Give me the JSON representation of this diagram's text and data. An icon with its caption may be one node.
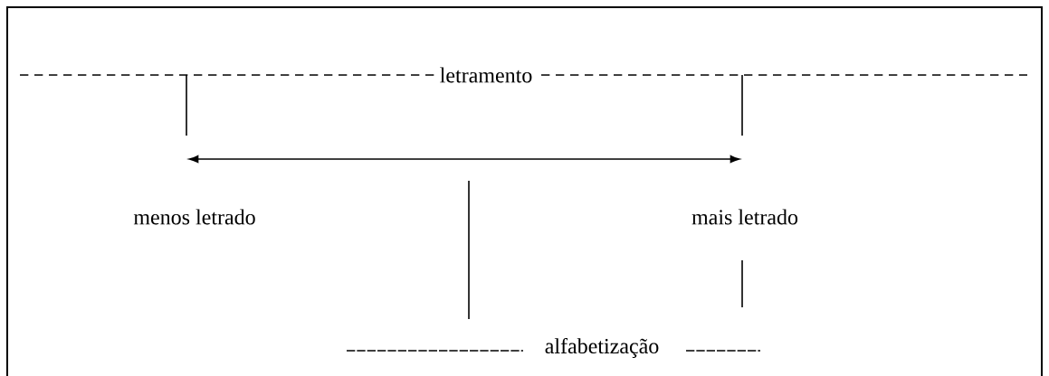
{
  "diagram": {
    "labels": [
      "letramento",
      "menos letrado",
      "mais letrado",
      "alfabetização"
    ]
  }
}
